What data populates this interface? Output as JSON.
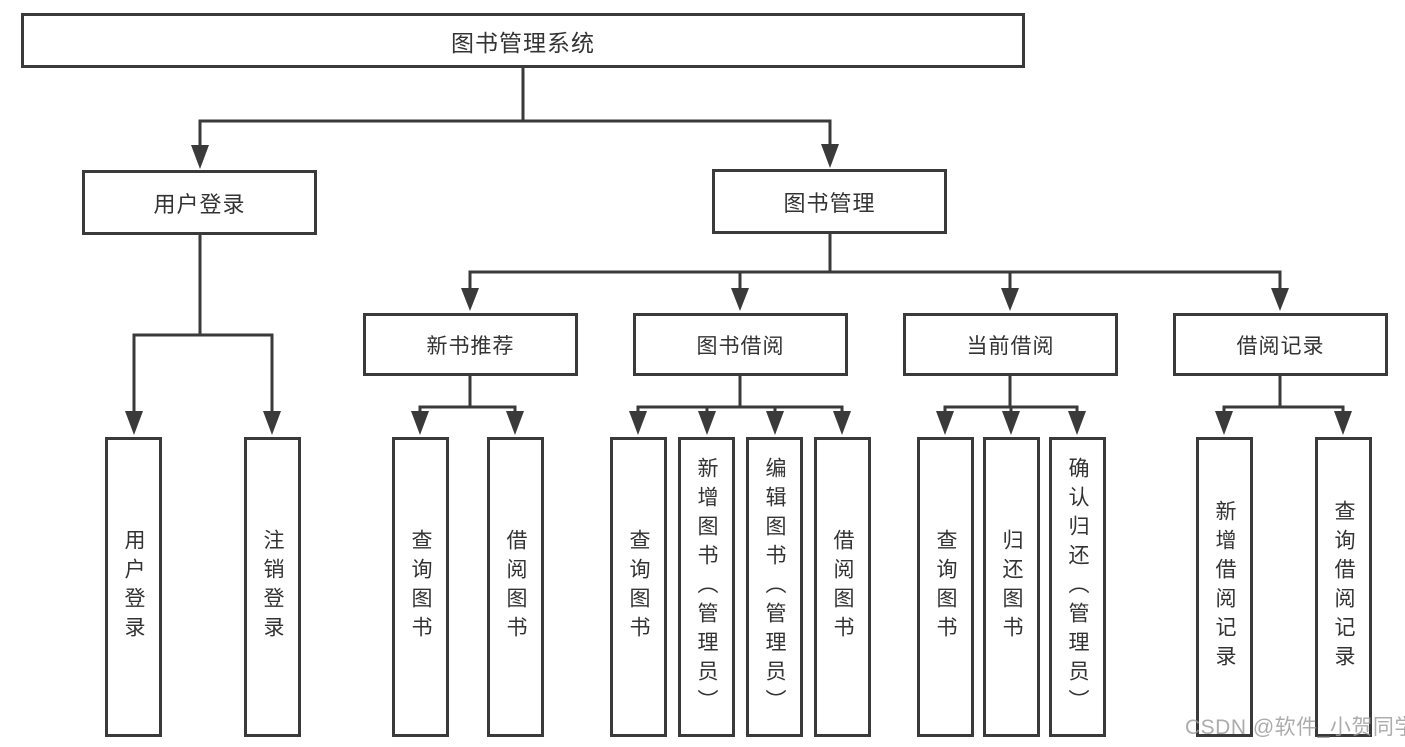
{
  "diagram": {
    "title": "图书管理系统",
    "nodes": {
      "root": "图书管理系统",
      "user_login": "用户登录",
      "book_mgmt": "图书管理",
      "user_login_action": "用户登录",
      "logout_action": "注销登录",
      "new_book_rec": "新书推荐",
      "book_borrow": "图书借阅",
      "current_borrow": "当前借阅",
      "borrow_record": "借阅记录",
      "nbr_query_book": "查询图书",
      "nbr_borrow_book": "借阅图书",
      "bb_query_book": "查询图书",
      "bb_add_book": "新增图书（管理员）",
      "bb_edit_book": "编辑图书（管理员）",
      "bb_borrow_book": "借阅图书",
      "cb_query_book": "查询图书",
      "cb_return_book": "归还图书",
      "cb_confirm_return": "确认归还（管理员）",
      "br_add_record": "新增借阅记录",
      "br_query_record": "查询借阅记录"
    },
    "tree": {
      "图书管理系统": {
        "用户登录": [
          "用户登录",
          "注销登录"
        ],
        "图书管理": {
          "新书推荐": [
            "查询图书",
            "借阅图书"
          ],
          "图书借阅": [
            "查询图书",
            "新增图书（管理员）",
            "编辑图书（管理员）",
            "借阅图书"
          ],
          "当前借阅": [
            "查询图书",
            "归还图书",
            "确认归还（管理员）"
          ],
          "借阅记录": [
            "新增借阅记录",
            "查询借阅记录"
          ]
        }
      }
    },
    "colors": {
      "line": "#3a3a3a",
      "text": "#333333",
      "watermark": "#9a9a9a"
    }
  },
  "watermark": "CSDN @软件_小贺同学"
}
